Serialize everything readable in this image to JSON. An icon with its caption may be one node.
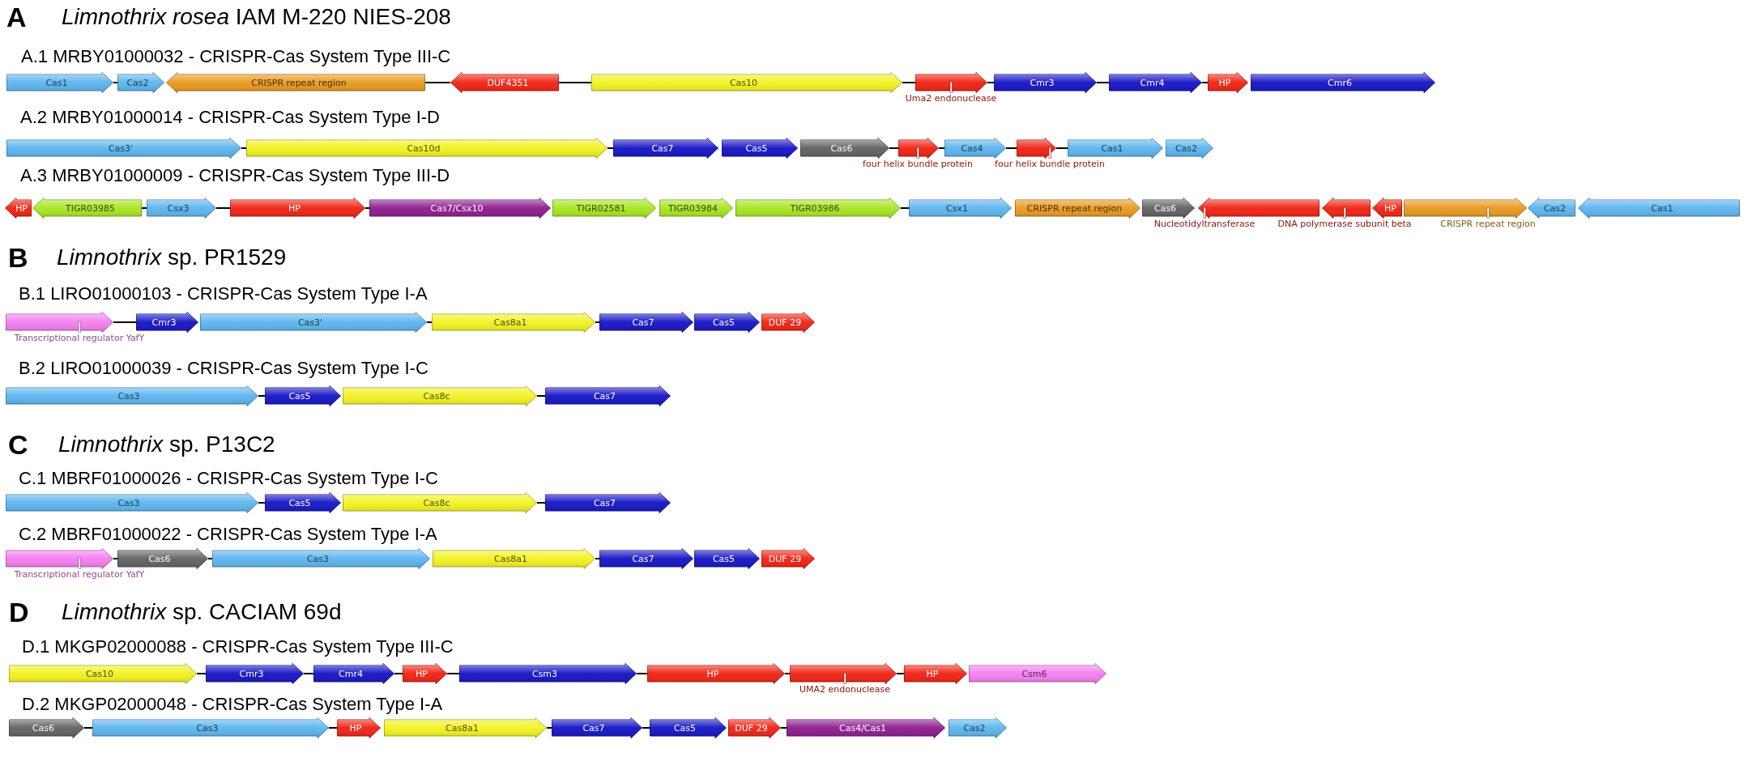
{
  "diagram": {
    "nodes": [
      {
        "text": [
          "Cas1"
        ]
      },
      {
        "text": [
          "Cas2"
        ]
      },
      {
        "text": [
          "CRISPR repeat region"
        ]
      },
      {
        "text": [
          "DUF4351"
        ]
      },
      {
        "text": [
          "Cas10"
        ]
      },
      {
        "text": [],
        "shape": "arrow",
        "beside": [
          "Uma2 endonuclease"
        ]
      },
      {
        "text": [
          "Cmr3"
        ]
      },
      {
        "text": [
          "Cmr4"
        ]
      },
      {
        "text": [
          "HP"
        ]
      },
      {
        "text": [
          "Cmr6"
        ]
      },
      {
        "text": [
          "Cas3'"
        ]
      },
      {
        "text": [
          "Cas10d"
        ]
      },
      {
        "text": [
          "Cas7"
        ]
      },
      {
        "text": [
          "Cas5"
        ]
      },
      {
        "text": [
          "Cas6"
        ]
      },
      {
        "text": [],
        "shape": "arrow",
        "beside": [
          "four helix bundle protein"
        ]
      },
      {
        "text": [
          "Cas4"
        ]
      },
      {
        "text": [],
        "shape": "arrow",
        "beside": [
          "four helix bundle protein"
        ]
      },
      {
        "text": [
          "Cas1"
        ]
      },
      {
        "text": [
          "Cas2"
        ]
      },
      {
        "text": [
          "HP"
        ]
      },
      {
        "text": [
          "TIGR03985"
        ]
      },
      {
        "text": [
          "Csx3"
        ]
      },
      {
        "text": [
          "HP"
        ]
      },
      {
        "text": [
          "Cas7/Csx10"
        ]
      },
      {
        "text": [
          "TIGR02581"
        ]
      },
      {
        "text": [
          "TIGR03984"
        ]
      },
      {
        "text": [
          "TIGR03986"
        ]
      },
      {
        "text": [
          "Csx1"
        ]
      },
      {
        "text": [
          "CRISPR repeat region"
        ]
      },
      {
        "text": [
          "Cas6"
        ]
      },
      {
        "text": [],
        "shape": "arrow",
        "beside": [
          "Nucleotidyltransferase"
        ]
      },
      {
        "text": [],
        "shape": "arrow",
        "beside": [
          "DNA polymerase subunit beta"
        ]
      },
      {
        "text": [
          "HP"
        ]
      },
      {
        "text": [],
        "shape": "arrow",
        "beside": [
          "CRISPR repeat region"
        ]
      },
      {
        "text": [
          "Cas2"
        ]
      },
      {
        "text": [
          "Cas1"
        ]
      },
      {
        "text": [],
        "shape": "arrow",
        "beside": [
          "Transcriptional regulator YafY"
        ]
      },
      {
        "text": [
          "Cmr3"
        ]
      },
      {
        "text": [
          "Cas3'"
        ]
      },
      {
        "text": [
          "Cas8a1"
        ]
      },
      {
        "text": [
          "Cas7"
        ]
      },
      {
        "text": [
          "Cas5"
        ]
      },
      {
        "text": [
          "DUF 29"
        ]
      },
      {
        "text": [
          "Cas3"
        ]
      },
      {
        "text": [
          "Cas5"
        ]
      },
      {
        "text": [
          "Cas8c"
        ]
      },
      {
        "text": [
          "Cas7"
        ]
      },
      {
        "text": [
          "Cas3"
        ]
      },
      {
        "text": [
          "Cas5"
        ]
      },
      {
        "text": [
          "Cas8c"
        ]
      },
      {
        "text": [
          "Cas7"
        ]
      },
      {
        "text": [],
        "shape": "arrow",
        "beside": [
          "Transcriptional regulator YafY"
        ]
      },
      {
        "text": [
          "Cas6"
        ]
      },
      {
        "text": [
          "Cas3"
        ]
      },
      {
        "text": [
          "Cas8a1"
        ]
      },
      {
        "text": [
          "Cas7"
        ]
      },
      {
        "text": [
          "Cas5"
        ]
      },
      {
        "text": [
          "DUF 29"
        ]
      },
      {
        "text": [
          "Cas10"
        ]
      },
      {
        "text": [
          "Cmr3"
        ]
      },
      {
        "text": [
          "Cmr4"
        ]
      },
      {
        "text": [
          "HP"
        ]
      },
      {
        "text": [
          "Csm3"
        ]
      },
      {
        "text": [
          "HP"
        ]
      },
      {
        "text": [],
        "shape": "arrow",
        "beside": [
          "UMA2 endonuclease"
        ]
      },
      {
        "text": [
          "HP"
        ]
      },
      {
        "text": [
          "Csm6"
        ]
      },
      {
        "text": [
          "Cas6"
        ]
      },
      {
        "text": [
          "Cas3"
        ]
      },
      {
        "text": [
          "HP"
        ]
      },
      {
        "text": [
          "Cas8a1"
        ]
      },
      {
        "text": [
          "Cas7"
        ]
      },
      {
        "text": [
          "Cas5"
        ]
      },
      {
        "text": [
          "DUF 29"
        ]
      },
      {
        "text": [
          "Cas4/Cas1"
        ]
      },
      {
        "text": [
          "Cas2"
        ]
      }
    ],
    "edges": [
      {
        "from": 0,
        "to": 1,
        "arrow": "none"
      },
      {
        "from": 2,
        "to": 3,
        "arrow": "none"
      },
      {
        "from": 3,
        "to": 4,
        "arrow": "none"
      },
      {
        "from": 4,
        "to": 5,
        "arrow": "none"
      },
      {
        "from": 5,
        "to": 6,
        "arrow": "none"
      },
      {
        "from": 6,
        "to": 7,
        "arrow": "none"
      },
      {
        "from": 7,
        "to": 8,
        "arrow": "none"
      },
      {
        "from": 10,
        "to": 11,
        "arrow": "none"
      },
      {
        "from": 11,
        "to": 12,
        "arrow": "none"
      },
      {
        "from": 14,
        "to": 15,
        "arrow": "none"
      },
      {
        "from": 15,
        "to": 16,
        "arrow": "none"
      },
      {
        "from": 16,
        "to": 17,
        "arrow": "none"
      },
      {
        "from": 17,
        "to": 18,
        "arrow": "none"
      },
      {
        "from": 21,
        "to": 22,
        "arrow": "none"
      },
      {
        "from": 22,
        "to": 23,
        "arrow": "none"
      },
      {
        "from": 23,
        "to": 24,
        "arrow": "none"
      },
      {
        "from": 27,
        "to": 28,
        "arrow": "none"
      },
      {
        "from": 37,
        "to": 38,
        "arrow": "none"
      },
      {
        "from": 39,
        "to": 40,
        "arrow": "none"
      },
      {
        "from": 40,
        "to": 41,
        "arrow": "none"
      },
      {
        "from": 44,
        "to": 45,
        "arrow": "none"
      },
      {
        "from": 46,
        "to": 47,
        "arrow": "none"
      },
      {
        "from": 48,
        "to": 49,
        "arrow": "none"
      },
      {
        "from": 50,
        "to": 51,
        "arrow": "none"
      },
      {
        "from": 52,
        "to": 53,
        "arrow": "none"
      },
      {
        "from": 53,
        "to": 54,
        "arrow": "none"
      },
      {
        "from": 55,
        "to": 56,
        "arrow": "none"
      },
      {
        "from": 59,
        "to": 60,
        "arrow": "none"
      },
      {
        "from": 60,
        "to": 61,
        "arrow": "none"
      },
      {
        "from": 61,
        "to": 62,
        "arrow": "none"
      },
      {
        "from": 62,
        "to": 63,
        "arrow": "none"
      },
      {
        "from": 63,
        "to": 64,
        "arrow": "none"
      },
      {
        "from": 64,
        "to": 65,
        "arrow": "none"
      },
      {
        "from": 65,
        "to": 66,
        "arrow": "none"
      },
      {
        "from": 68,
        "to": 69,
        "arrow": "none"
      },
      {
        "from": 69,
        "to": 70,
        "arrow": "none"
      },
      {
        "from": 71,
        "to": 72,
        "arrow": "none"
      },
      {
        "from": 72,
        "to": 73,
        "arrow": "none"
      },
      {
        "from": 74,
        "to": 75,
        "arrow": "none"
      }
    ],
    "labels": [
      "A",
      "*Limnothrix rosea* IAM M-220 NIES-208",
      "A.1 MRBY01000032 - CRISPR-Cas System Type III-C",
      "A.2 MRBY01000014 - CRISPR-Cas System Type I-D",
      "A.3 MRBY01000009 - CRISPR-Cas System Type III-D",
      "B",
      "*Limnothrix* sp. PR1529",
      "B.1 LIRO01000103 - CRISPR-Cas System Type I-A",
      "B.2 LIRO01000039 - CRISPR-Cas System Type I-C",
      "C",
      "*Limnothrix* sp. P13C2",
      "C.1 MBRF01000026 - CRISPR-Cas System Type I-C",
      "C.2 MBRF01000022 - CRISPR-Cas System Type I-A",
      "D",
      "*Limnothrix* sp. CACIAM 69d",
      "D.1 MKGP02000088 - CRISPR-Cas System Type III-C",
      "D.2 MKGP02000048 - CRISPR-Cas System Type I-A"
    ]
  }
}
